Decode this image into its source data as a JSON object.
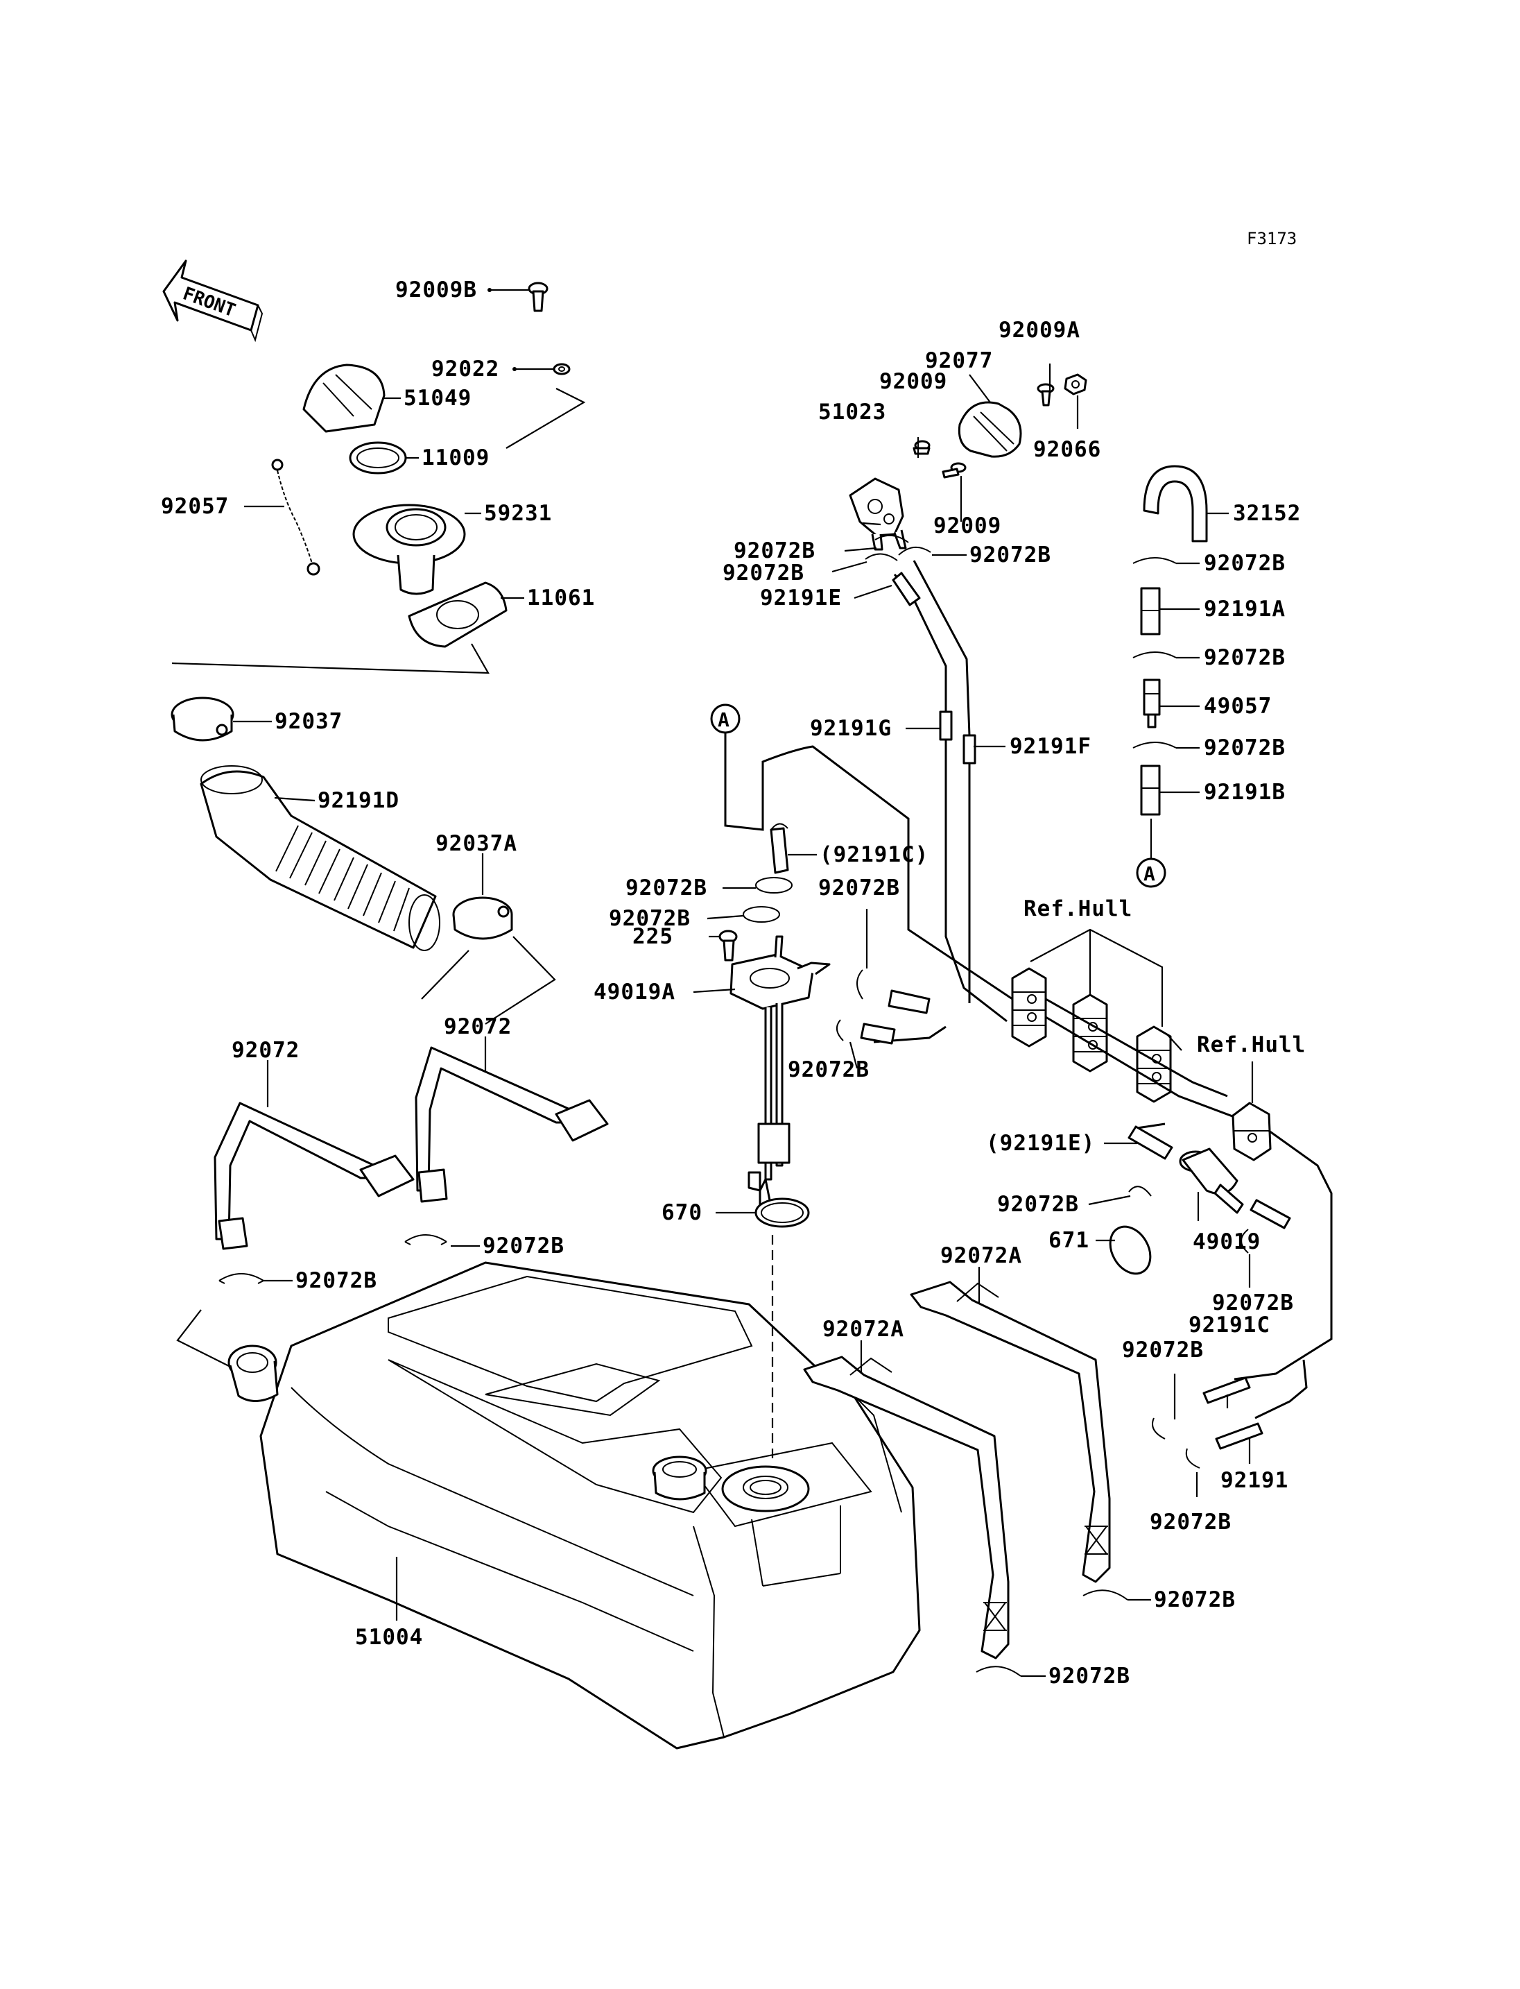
{
  "figure_code": "F3173",
  "front_indicator": "FRONT",
  "ref_marker": "A",
  "callouts": [
    "92009B",
    "92022",
    "51049",
    "11009",
    "92057",
    "59231",
    "11061",
    "92037",
    "92191D",
    "92037A",
    "92072",
    "92072",
    "92072B",
    "92072B",
    "51004",
    "92077",
    "92009A",
    "92009",
    "51023",
    "92066",
    "92009",
    "92072B",
    "92072B",
    "92072B",
    "92191E",
    "92191G",
    "92191F",
    "(92191C)",
    "92072B",
    "92072B",
    "92072B",
    "225",
    "49019A",
    "92072B",
    "670",
    "Ref.Hull",
    "Ref.Hull",
    "32152",
    "92072B",
    "92191A",
    "92072B",
    "49057",
    "92072B",
    "92191B",
    "(92191E)",
    "92072B",
    "671",
    "49019",
    "92072A",
    "92072A",
    "92072B",
    "92191C",
    "92072B",
    "92191",
    "92072B",
    "92072B",
    "92072B"
  ]
}
